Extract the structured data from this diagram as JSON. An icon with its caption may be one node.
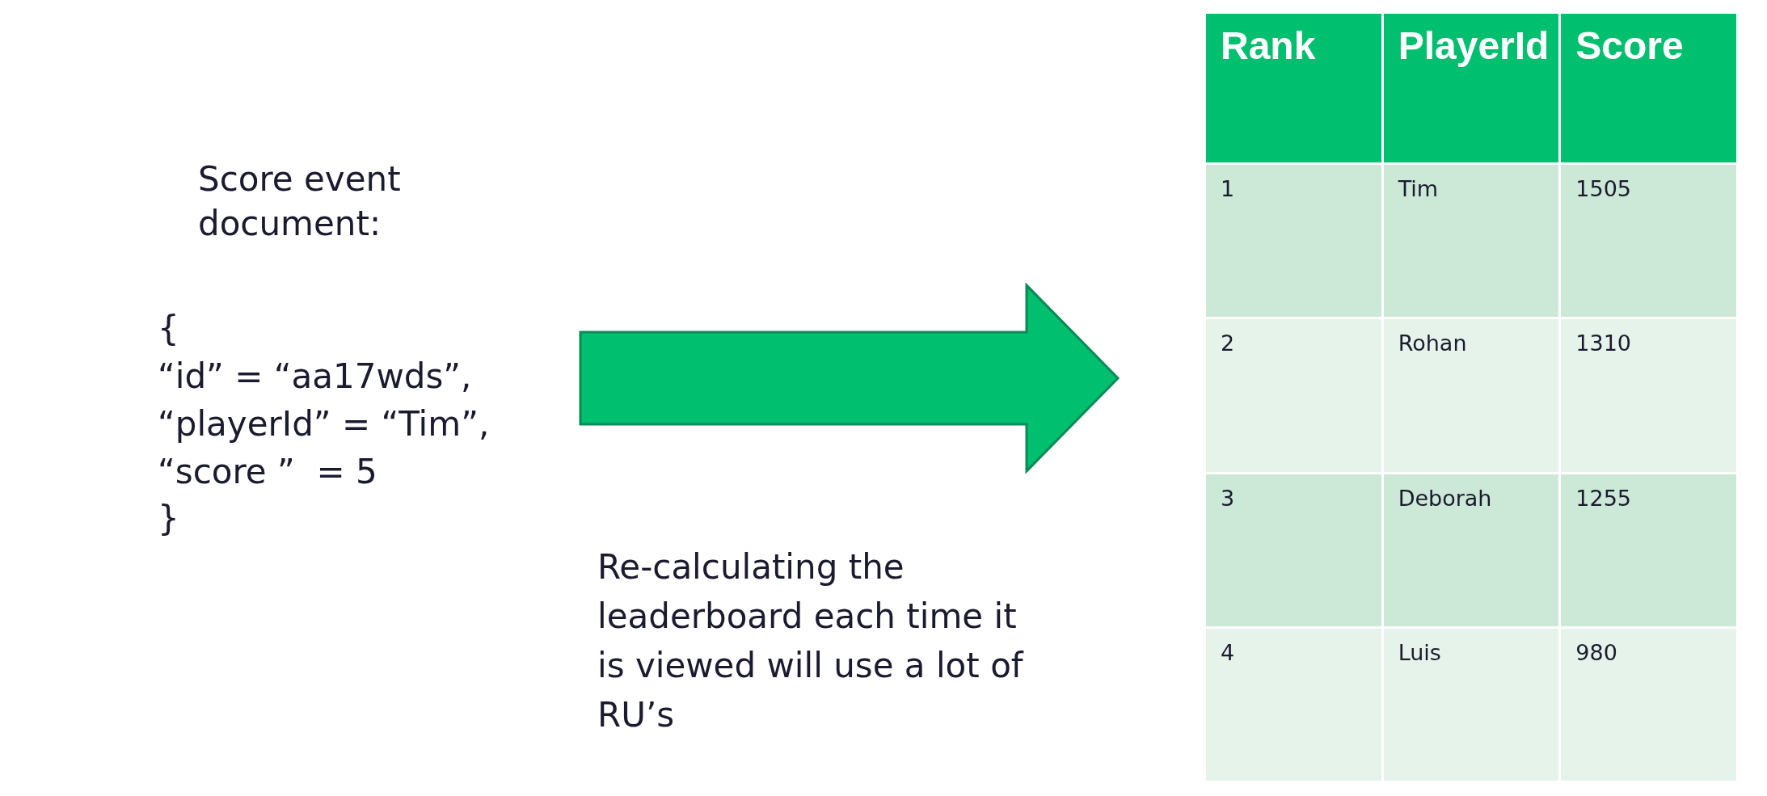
{
  "diagram": {
    "nodes": [
      {
        "text": [
          "Score event document:",
          "{",
          "“id” = “aa17wds”,",
          "“playerId” = “Tim”,",
          "“score ”  = 5",
          "}"
        ]
      },
      {
        "text": [],
        "shape": "box"
      }
    ],
    "edges": [
      {
        "from": 0,
        "to": 1,
        "arrow": "to"
      }
    ],
    "labels": [
      "Re-calculating the leaderboard each time it is viewed will use a lot of RU’s",
      "Rank",
      "PlayerId",
      "Score",
      "1",
      "Tim",
      "1505",
      "2",
      "Rohan",
      "1310",
      "3",
      "Deborah",
      "1255",
      "4",
      "Luis",
      "980"
    ]
  }
}
